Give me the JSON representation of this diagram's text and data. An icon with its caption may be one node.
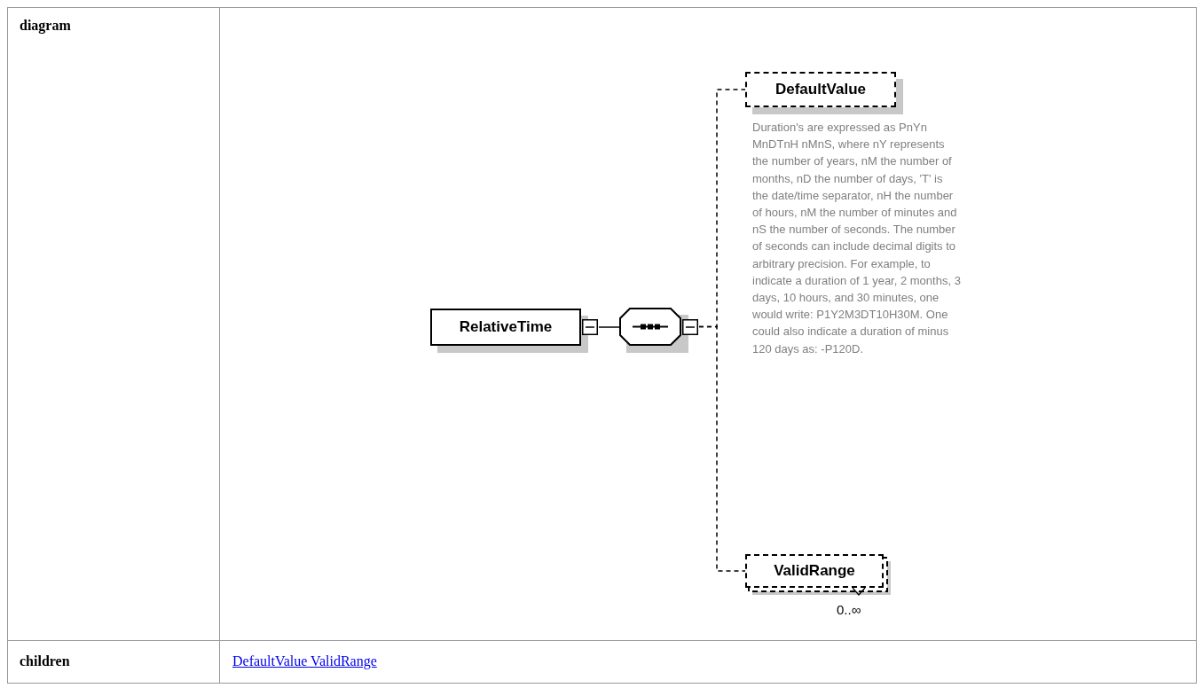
{
  "diagram": {
    "nodes": [
      {
        "text": [
          "RelativeTime"
        ]
      },
      {
        "text": [],
        "shape": "octagon"
      },
      {
        "text": [
          "DefaultValue"
        ],
        "beside": [
          "Duration's are expressed as PnYn MnDTnH nMnS, where nY represents the number of years, nM the number of months, nD the number of days, 'T' is the date/time separator, nH the number of hours, nM the number of minutes and nS the number of seconds. The number of seconds can include decimal digits to arbitrary precision.  For example, to indicate a duration of 1 year, 2 months, 3 days, 10 hours, and 30 minutes, one would write: P1Y2M3DT10H30M. One could also indicate a duration of minus 120 days as: -P120D."
        ]
      },
      {
        "text": [
          "ValidRange"
        ],
        "beside": [
          "0..∞"
        ]
      }
    ],
    "edges": [
      {
        "from": 0,
        "to": 1,
        "arrow": "none"
      },
      {
        "from": 1,
        "to": 2,
        "arrow": "none",
        "style": "dashed"
      },
      {
        "from": 1,
        "to": 3,
        "arrow": "none",
        "style": "dashed"
      }
    ],
    "labels": [
      "diagram",
      "children",
      "DefaultValue ValidRange"
    ]
  }
}
